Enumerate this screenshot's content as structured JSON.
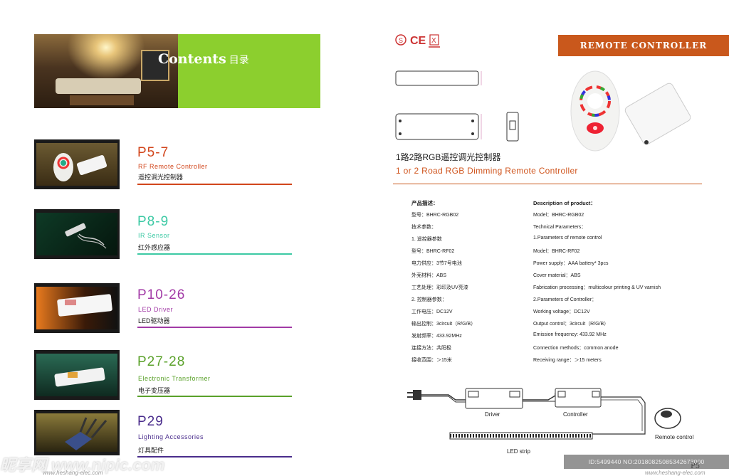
{
  "contents": {
    "title": "Contents",
    "title_zh": "目录",
    "entries": [
      {
        "page": "P5-7",
        "en": "RF Remote Controller",
        "zh": "遥控调光控制器",
        "color": "#d2461c"
      },
      {
        "page": "P8-9",
        "en": "IR Sensor",
        "zh": "红外感应器",
        "color": "#3cc9a4"
      },
      {
        "page": "P10-26",
        "en": "LED Driver",
        "zh": "LED驱动器",
        "color": "#a23aa6"
      },
      {
        "page": "P27-28",
        "en": "Electronic Transformer",
        "zh": "电子变压器",
        "color": "#5aa12a"
      },
      {
        "page": "P29",
        "en": "Lighting Accessories",
        "zh": "灯具配件",
        "color": "#4a2d8c"
      }
    ]
  },
  "right": {
    "banner": "REMOTE CONTROLLER",
    "cert_marks": [
      "S",
      "CE",
      "X"
    ],
    "product_zh": "1路2路RGB遥控调光控制器",
    "product_en": "1 or 2 Road RGB Dimming Remote  Controller",
    "spec_zh": [
      "产品描述：",
      "型号：BHRC-RGB02",
      "技术参数：",
      "1. 遥控器参数",
      "型号：BHRC-RF02",
      "电力供应：3节7号电池",
      "外壳材料：ABS",
      "工艺处理：彩印及UV亮漆",
      "2. 控制器参数：",
      "工作电压：DC12V",
      "输出控制：3circuit（R/G/B）",
      "发射频率：433.92MHz",
      "连接方法：共阳极",
      "接收范围：＞15米"
    ],
    "spec_en": [
      "Description of product：",
      "Model：BHRC-RGB02",
      "Technical Parameters：",
      "1.Parameters of remote control",
      "Model：BHRC-RF02",
      "Power supply：AAA battery* 3pcs",
      "Cover material：ABS",
      "Fabrication processing：multicolour printing & UV varnish",
      "2.Parameters of Controller：",
      "Working voltage：DC12V",
      "Output control：3circuit（R/G/B）",
      "Emission frequency: 433.92 MHz",
      "Connection methods：common anode",
      "Receiving range：＞15 meters"
    ],
    "diagram": {
      "driver": "Driver",
      "controller": "Controller",
      "remote": "Remote control",
      "strip": "LED strip"
    },
    "page_number": "P5"
  },
  "footer": {
    "watermark": "昵享网 www.nipic.com",
    "url_left": "www.heshang-elec.com",
    "url_right": "www.heshang-elec.com",
    "id_text": "ID:5499440 NO:20180825085342673000"
  }
}
